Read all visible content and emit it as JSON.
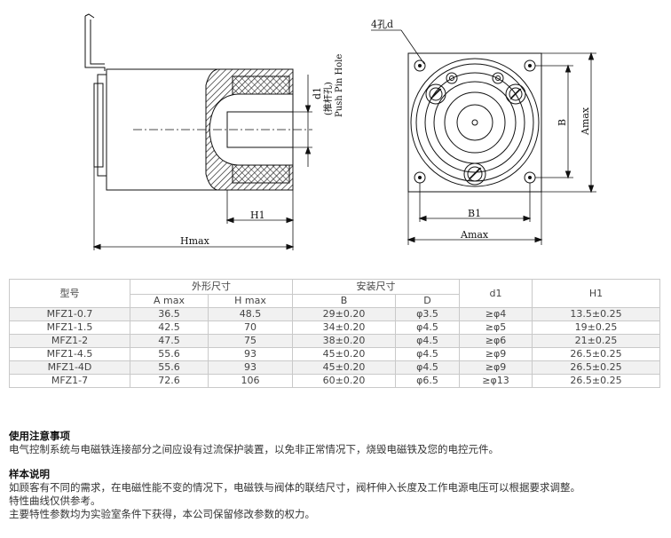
{
  "drawing": {
    "labels": {
      "d1": "d1",
      "push_pin_cn": "(推杆孔)",
      "push_pin_en": "Push Pin Hole",
      "h1": "H1",
      "hmax": "Hmax",
      "four_hole": "4孔d",
      "b": "B",
      "amax_v": "Amax",
      "b1": "B1",
      "amax_h": "Amax"
    }
  },
  "table": {
    "header": {
      "model": "型号",
      "outer_size": "外形尺寸",
      "install_size": "安装尺寸",
      "d1": "d1",
      "h1": "H1",
      "a_max": "A max",
      "h_max": "H max",
      "b": "B",
      "d": "D"
    },
    "rows": [
      {
        "model": "MFZ1-0.7",
        "a": "36.5",
        "h": "48.5",
        "b": "29±0.20",
        "d": "φ3.5",
        "d1": "≥φ4",
        "h1": "13.5±0.25"
      },
      {
        "model": "MFZ1-1.5",
        "a": "42.5",
        "h": "70",
        "b": "34±0.20",
        "d": "φ4.5",
        "d1": "≥φ5",
        "h1": "19±0.25"
      },
      {
        "model": "MFZ1-2",
        "a": "47.5",
        "h": "75",
        "b": "38±0.20",
        "d": "φ4.5",
        "d1": "≥φ6",
        "h1": "21±0.25"
      },
      {
        "model": "MFZ1-4.5",
        "a": "55.6",
        "h": "93",
        "b": "45±0.20",
        "d": "φ4.5",
        "d1": "≥φ9",
        "h1": "26.5±0.25"
      },
      {
        "model": "MFZ1-4D",
        "a": "55.6",
        "h": "93",
        "b": "45±0.20",
        "d": "φ4.5",
        "d1": "≥φ9",
        "h1": "26.5±0.25"
      },
      {
        "model": "MFZ1-7",
        "a": "72.6",
        "h": "106",
        "b": "60±0.20",
        "d": "φ6.5",
        "d1": "≥φ13",
        "h1": "26.5±0.25"
      }
    ]
  },
  "notes": {
    "usage_title": "使用注意事项",
    "usage_text": "电气控制系统与电磁铁连接部分之间应设有过流保护装置，以免非正常情况下，烧毁电磁铁及您的电控元件。",
    "sample_title": "样本说明",
    "sample_line1": "如顾客有不同的需求，在电磁性能不变的情况下，电磁铁与阀体的联结尺寸，阀杆伸入长度及工作电源电压可以根据要求调整。",
    "sample_line2": "特性曲线仅供参考。",
    "sample_line3": "主要特性参数均为实验室条件下获得，本公司保留修改参数的权力。"
  }
}
